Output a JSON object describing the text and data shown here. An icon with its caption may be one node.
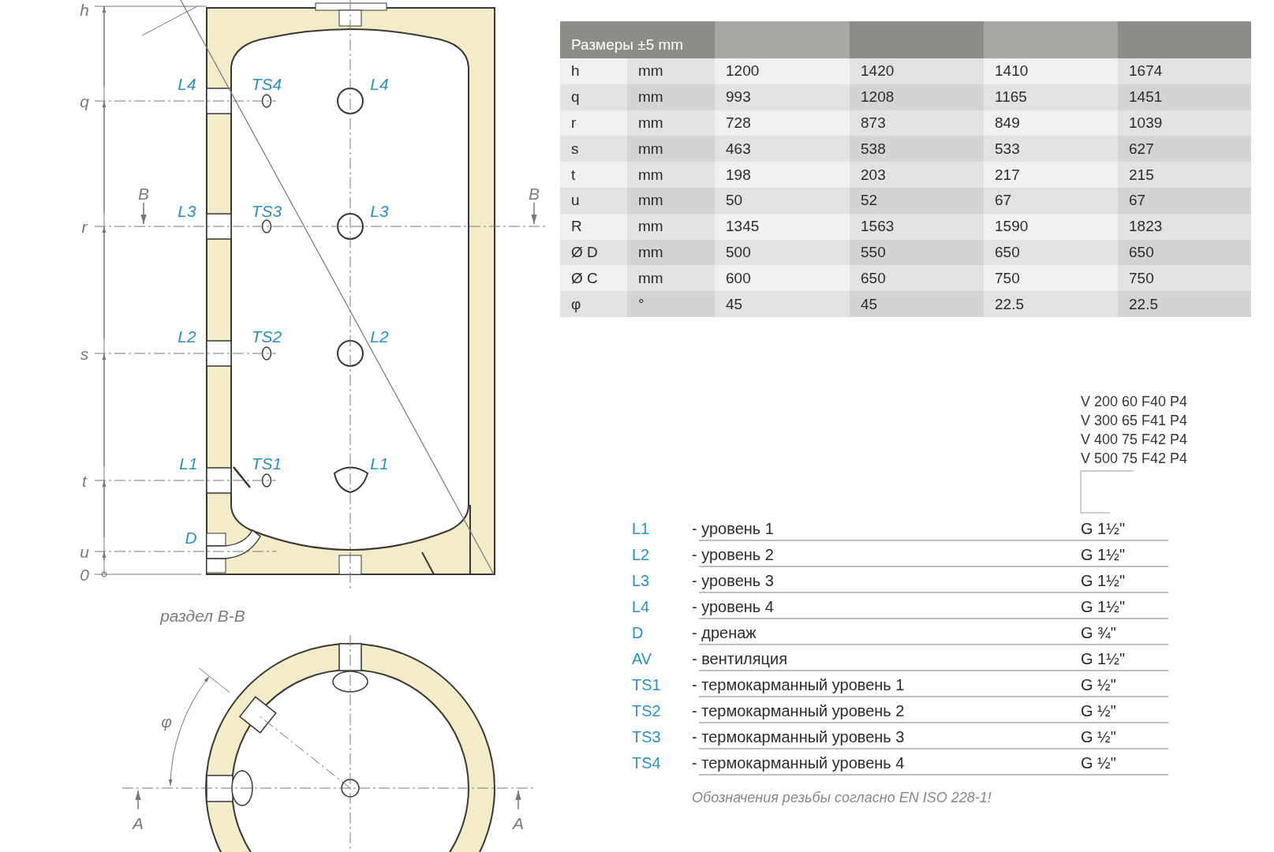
{
  "diagram": {
    "labels": [
      "h",
      "q",
      "r",
      "s",
      "t",
      "u",
      "0",
      "L4",
      "TS4",
      "L4",
      "B",
      "L3",
      "TS3",
      "L3",
      "B",
      "L2",
      "TS2",
      "L2",
      "L1",
      "TS1",
      "L1",
      "D",
      "раздел B-B",
      "φ",
      "A",
      "A",
      "Размеры ±5 mm",
      "h",
      "mm",
      "1200",
      "1420",
      "1410",
      "1674",
      "q",
      "mm",
      "993",
      "1208",
      "1165",
      "1451",
      "r",
      "mm",
      "728",
      "873",
      "849",
      "1039",
      "s",
      "mm",
      "463",
      "538",
      "533",
      "627",
      "t",
      "mm",
      "198",
      "203",
      "217",
      "215",
      "u",
      "mm",
      "50",
      "52",
      "67",
      "67",
      "R",
      "mm",
      "1345",
      "1563",
      "1590",
      "1823",
      "Ø D",
      "mm",
      "500",
      "550",
      "650",
      "650",
      "Ø C",
      "mm",
      "600",
      "650",
      "750",
      "750",
      "φ",
      "°",
      "45",
      "45",
      "22.5",
      "22.5",
      "V 200 60 F40 P4",
      "V 300 65 F41 P4",
      "V 400 75 F42 P4",
      "V 500 75 F42 P4",
      "L1",
      "- уровень 1",
      "G 1½\"",
      "L2",
      "- уровень 2",
      "G 1½\"",
      "L3",
      "- уровень 3",
      "G 1½\"",
      "L4",
      "- уровень 4",
      "G 1½\"",
      "D",
      "- дренаж",
      "G ¾\"",
      "AV",
      "- вентиляция",
      "G 1½\"",
      "TS1",
      "- термокарманный уровень 1",
      "G ½\"",
      "TS2",
      "- термокарманный уровень 2",
      "G ½\"",
      "TS3",
      "- термокарманный уровень 3",
      "G ½\"",
      "TS4",
      "- термокарманный уровень 4",
      "G ½\"",
      "Обозначения резьбы согласно EN ISO 228-1!"
    ]
  }
}
